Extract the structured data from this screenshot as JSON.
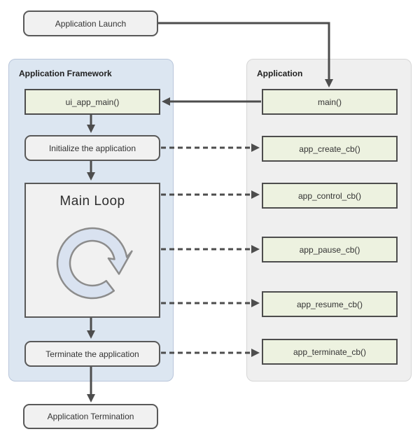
{
  "diagram": {
    "launch": {
      "label": "Application Launch"
    },
    "framework": {
      "title": "Application Framework",
      "nodes": {
        "ui_app_main": "ui_app_main()",
        "initialize": "Initialize the application",
        "main_loop": "Main Loop",
        "terminate": "Terminate the application"
      }
    },
    "application": {
      "title": "Application",
      "nodes": {
        "main": "main()",
        "create_cb": "app_create_cb()",
        "control_cb": "app_control_cb()",
        "pause_cb": "app_pause_cb()",
        "resume_cb": "app_resume_cb()",
        "terminate_cb": "app_terminate_cb()"
      }
    },
    "termination": {
      "label": "Application Termination"
    },
    "icons": {
      "loop": "circular-arrow-loop-icon"
    },
    "colors": {
      "framework_fill": "#dce6f1",
      "application_fill": "#efefef",
      "callback_fill": "#edf2e0",
      "node_fill": "#f1f1f1",
      "border_dark": "#595959",
      "arrow": "#4d4d4d",
      "loop_icon_fill": "#d9e2f0",
      "loop_icon_stroke": "#8c8c8c"
    },
    "connections": [
      {
        "from": "Application Launch",
        "to": "main()",
        "style": "solid"
      },
      {
        "from": "main()",
        "to": "ui_app_main()",
        "style": "solid"
      },
      {
        "from": "ui_app_main()",
        "to": "Initialize the application",
        "style": "solid"
      },
      {
        "from": "Initialize the application",
        "to": "Main Loop",
        "style": "solid"
      },
      {
        "from": "Main Loop",
        "to": "Terminate the application",
        "style": "solid"
      },
      {
        "from": "Terminate the application",
        "to": "Application Termination",
        "style": "solid"
      },
      {
        "from": "Initialize the application",
        "to": "app_create_cb()",
        "style": "dashed"
      },
      {
        "from": "Main Loop",
        "to": "app_control_cb()",
        "style": "dashed"
      },
      {
        "from": "Main Loop",
        "to": "app_pause_cb()",
        "style": "dashed"
      },
      {
        "from": "Main Loop",
        "to": "app_resume_cb()",
        "style": "dashed"
      },
      {
        "from": "Terminate the application",
        "to": "app_terminate_cb()",
        "style": "dashed"
      }
    ]
  }
}
